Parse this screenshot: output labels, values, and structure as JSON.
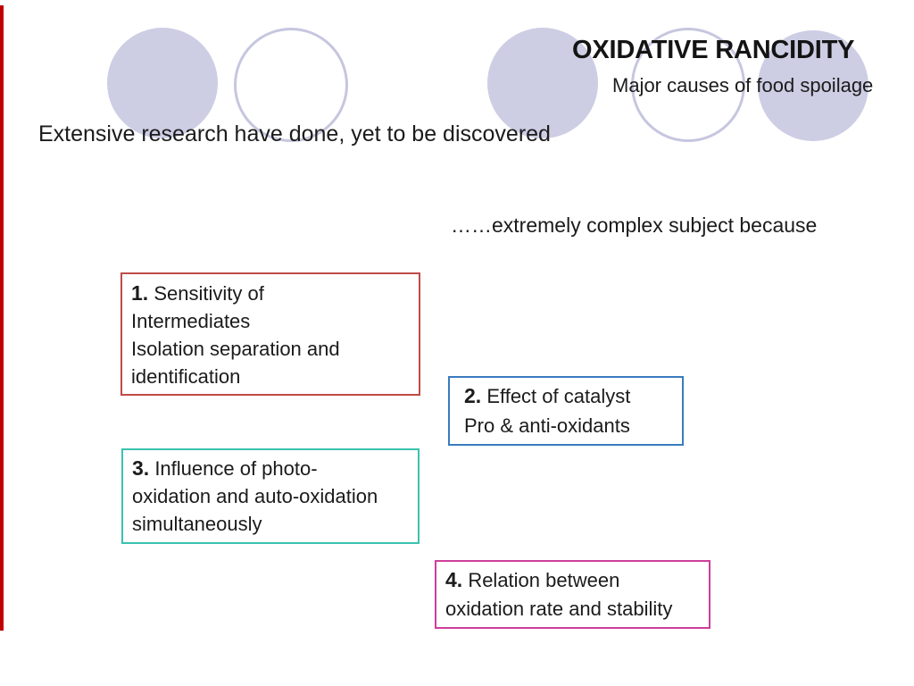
{
  "slide": {
    "title": "OXIDATIVE RANCIDITY",
    "subtitle": "Major causes of food spoilage",
    "statement": "Extensive research have done, yet to be discovered",
    "reason_line": "……extremely complex subject because"
  },
  "boxes": [
    {
      "number": "1.",
      "first_line": "Sensitivity of",
      "lines": [
        "Intermediates",
        "Isolation separation and",
        "identification"
      ],
      "border_color": "#be4b48"
    },
    {
      "number": "2.",
      "first_line": "Effect of catalyst",
      "lines": [
        "Pro & anti-oxidants"
      ],
      "border_color": "#3a7cbe"
    },
    {
      "number": "3.",
      "first_line": "Influence of photo-",
      "lines": [
        "oxidation and auto-oxidation",
        "simultaneously"
      ],
      "border_color": "#3bc2ae"
    },
    {
      "number": "4.",
      "first_line": "Relation between",
      "lines": [
        "oxidation rate and stability"
      ],
      "border_color": "#ce3e9b"
    }
  ],
  "decorations": {
    "accent_bar_color": "#c00000",
    "circle_fill_color": "#cdcde4",
    "circle_outline_color": "#c6c6df",
    "text_color": "#1b1b1b"
  }
}
